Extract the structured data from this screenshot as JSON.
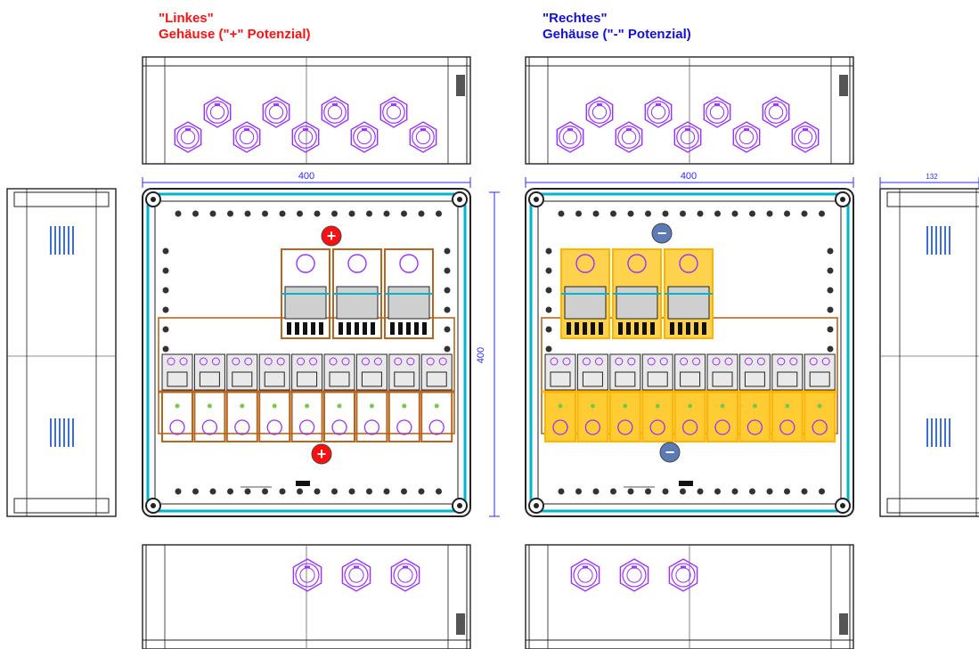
{
  "colors": {
    "positive": "#ff1010",
    "negative": "#1010e0",
    "outline": "#222222",
    "gland": "#9b30ff",
    "frame": "#00b5cc",
    "copper": "#b5651d",
    "busbar_neg": "#ffb300",
    "dimension": "#2a2aff"
  },
  "left_housing": {
    "title_line1": "\"Linkes\"",
    "title_line2": "Gehäuse (\"+\" Potenzial)",
    "width_label": "400",
    "height_label": "400",
    "polarity_symbol": "+",
    "polarity_icon": "plus-circle-icon"
  },
  "right_housing": {
    "title_line1": "\"Rechtes\"",
    "title_line2": "Gehäuse (\"-\" Potenzial)",
    "width_label": "400",
    "polarity_symbol": "−",
    "polarity_icon": "minus-circle-icon"
  },
  "side_view": {
    "depth_label": "132"
  }
}
